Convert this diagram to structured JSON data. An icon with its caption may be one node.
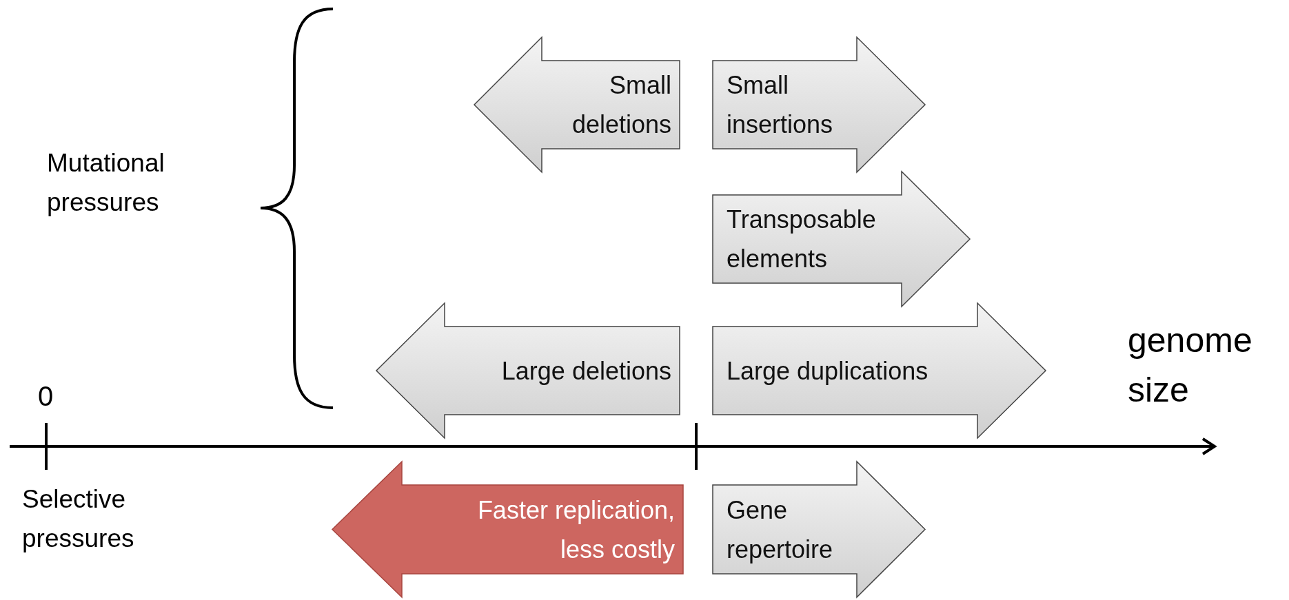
{
  "diagram": {
    "nodes": [
      {
        "text": [
          "Small deletions"
        ]
      },
      {
        "text": [
          "Small insertions"
        ]
      },
      {
        "text": [
          "Transposable elements"
        ]
      },
      {
        "text": [
          "Large deletions"
        ]
      },
      {
        "text": [
          "Large duplications"
        ]
      },
      {
        "text": [
          "Faster replication, less costly"
        ]
      },
      {
        "text": [
          "Gene repertoire"
        ]
      }
    ],
    "labels": [
      "Mutational pressures",
      "0",
      "genome size",
      "Selective pressures"
    ]
  }
}
